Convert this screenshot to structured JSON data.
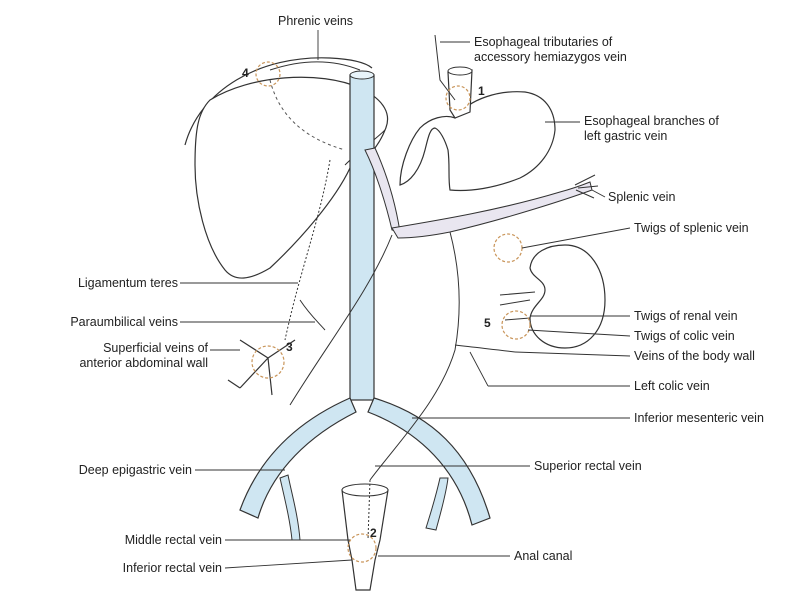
{
  "labels": {
    "phrenic_veins": "Phrenic veins",
    "esophageal_tributaries": [
      "Esophageal tributaries of",
      "accessory hemiazygos vein"
    ],
    "esophageal_branches": [
      "Esophageal branches of",
      "left gastric vein"
    ],
    "splenic_vein": "Splenic vein",
    "twigs_splenic": "Twigs of splenic vein",
    "ligamentum_teres": "Ligamentum teres",
    "paraumbilical": "Paraumbilical veins",
    "superficial_veins": [
      "Superficial veins of",
      "anterior abdominal wall"
    ],
    "twigs_renal": "Twigs of renal vein",
    "twigs_colic": "Twigs of colic vein",
    "veins_body_wall": "Veins of the body wall",
    "left_colic": "Left colic vein",
    "inferior_mesenteric": "Inferior mesenteric vein",
    "deep_epigastric": "Deep epigastric vein",
    "superior_rectal": "Superior rectal vein",
    "middle_rectal": "Middle rectal vein",
    "anal_canal": "Anal canal",
    "inferior_rectal": "Inferior rectal vein"
  },
  "site_numbers": [
    "1",
    "2",
    "3",
    "4",
    "5"
  ],
  "colors": {
    "ivc_fill": "#cfe6f2",
    "portal_fill": "#e9e6f0",
    "outline": "#333333",
    "anastomosis": "#c9955a"
  }
}
